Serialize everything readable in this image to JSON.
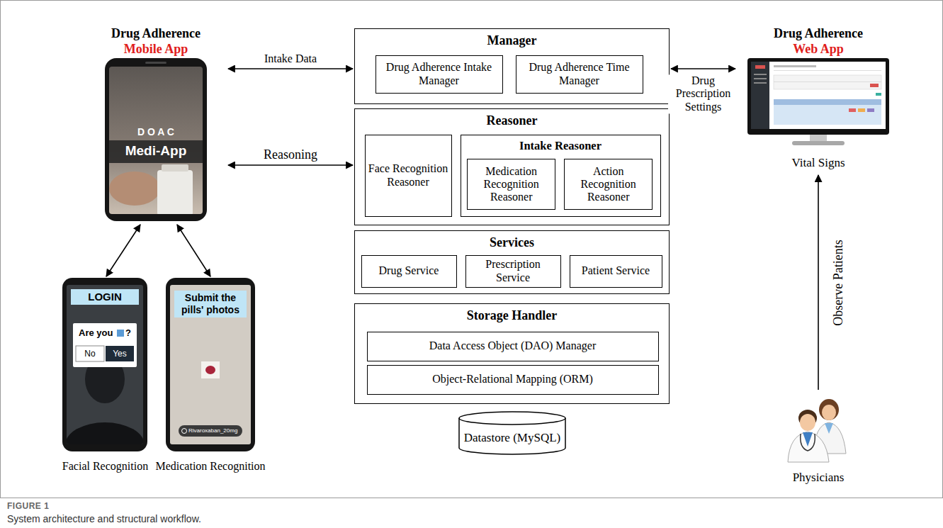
{
  "diagram": {
    "caption": "System architecture and structural workflow.",
    "nodes": [
      {
        "text": [
          "Drug Adherence",
          "Mobile App",
          "D O A C",
          "Medi-App"
        ]
      },
      {
        "text": [
          "LOGIN",
          "Are you",
          "?",
          "No",
          "Yes",
          "Facial Recognition"
        ]
      },
      {
        "text": [
          "Submit the pills' photos",
          "Rivaroxaban_20mg",
          "Medication Recognition"
        ]
      },
      {
        "text": [
          "Manager"
        ]
      },
      {
        "text": [
          "Drug Adherence Intake Manager"
        ],
        "in": 3
      },
      {
        "text": [
          "Drug Adherence Time Manager"
        ],
        "in": 3
      },
      {
        "text": [
          "Reasoner"
        ]
      },
      {
        "text": [
          "Face Recognition Reasoner"
        ],
        "in": 6
      },
      {
        "text": [
          "Intake Reasoner"
        ],
        "in": 6
      },
      {
        "text": [
          "Medication Recognition Reasoner"
        ],
        "in": 8
      },
      {
        "text": [
          "Action Recognition Reasoner"
        ],
        "in": 8
      },
      {
        "text": [
          "Services"
        ]
      },
      {
        "text": [
          "Drug Service"
        ],
        "in": 11
      },
      {
        "text": [
          "Prescription Service"
        ],
        "in": 11
      },
      {
        "text": [
          "Patient Service"
        ],
        "in": 11
      },
      {
        "text": [
          "Storage Handler"
        ]
      },
      {
        "text": [
          "Data Access Object (DAO) Manager"
        ],
        "in": 15
      },
      {
        "text": [
          "Object-Relational Mapping (ORM)"
        ],
        "in": 15
      },
      {
        "text": [
          "Datastore (MySQL)"
        ]
      },
      {
        "text": [
          "Drug Adherence",
          "Web App",
          "Vital Signs"
        ]
      },
      {
        "text": [
          "Physicians"
        ]
      }
    ],
    "edges": [
      {
        "from": 0,
        "to": 3,
        "label": "Intake Data",
        "arrow": "both"
      },
      {
        "from": 0,
        "to": 6,
        "label": "Reasoning",
        "arrow": "both"
      },
      {
        "from": 3,
        "to": 19,
        "label": "Drug Prescription Settings",
        "arrow": "both"
      },
      {
        "from": 0,
        "to": 1,
        "arrow": "both"
      },
      {
        "from": 0,
        "to": 2,
        "arrow": "both"
      },
      {
        "from": 20,
        "to": 19,
        "label": "Observe Patients",
        "arrow": "to"
      }
    ],
    "labels": [
      "FIGURE 1"
    ]
  }
}
